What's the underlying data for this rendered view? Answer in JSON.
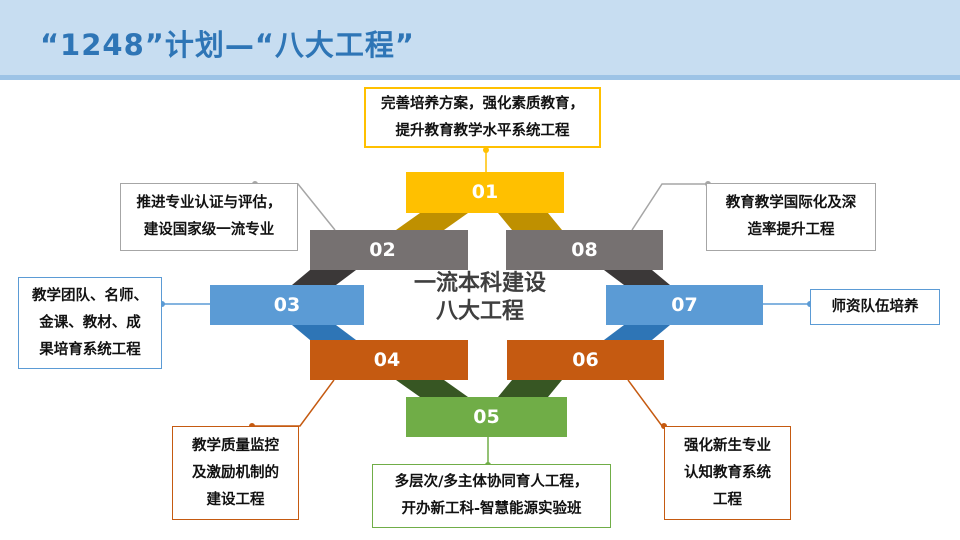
{
  "title": "“1248”计划—“八大工程”",
  "center": {
    "line1": "一流本科建设",
    "line2": "八大工程"
  },
  "bars": [
    {
      "num": "01",
      "color": "#ffc000"
    },
    {
      "num": "02",
      "color": "#767171"
    },
    {
      "num": "03",
      "color": "#5b9bd5"
    },
    {
      "num": "04",
      "color": "#c55a11"
    },
    {
      "num": "05",
      "color": "#70ad47"
    },
    {
      "num": "06",
      "color": "#c55a11"
    },
    {
      "num": "07",
      "color": "#5b9bd5"
    },
    {
      "num": "08",
      "color": "#767171"
    }
  ],
  "boxes": {
    "b01": {
      "line1": "完善培养方案，强化素质教育，",
      "line2": "提升教育教学水平系统工程"
    },
    "b02": {
      "line1": "推进专业认证与评估，",
      "line2": "建设国家级一流专业"
    },
    "b03": {
      "line1": "教学团队、名师、",
      "line2": "金课、教材、成",
      "line3": "果培育系统工程"
    },
    "b04": {
      "line1": "教学质量监控",
      "line2": "及激励机制的",
      "line3": "建设工程"
    },
    "b05": {
      "line1": "多层次/多主体协同育人工程，",
      "line2": "开办新工科-智慧能源实验班"
    },
    "b06": {
      "line1": "强化新生专业",
      "line2": "认知教育系统",
      "line3": "工程"
    },
    "b07": {
      "line1": "师资队伍培养"
    },
    "b08": {
      "line1": "教育教学国际化及深",
      "line2": "造率提升工程"
    }
  }
}
